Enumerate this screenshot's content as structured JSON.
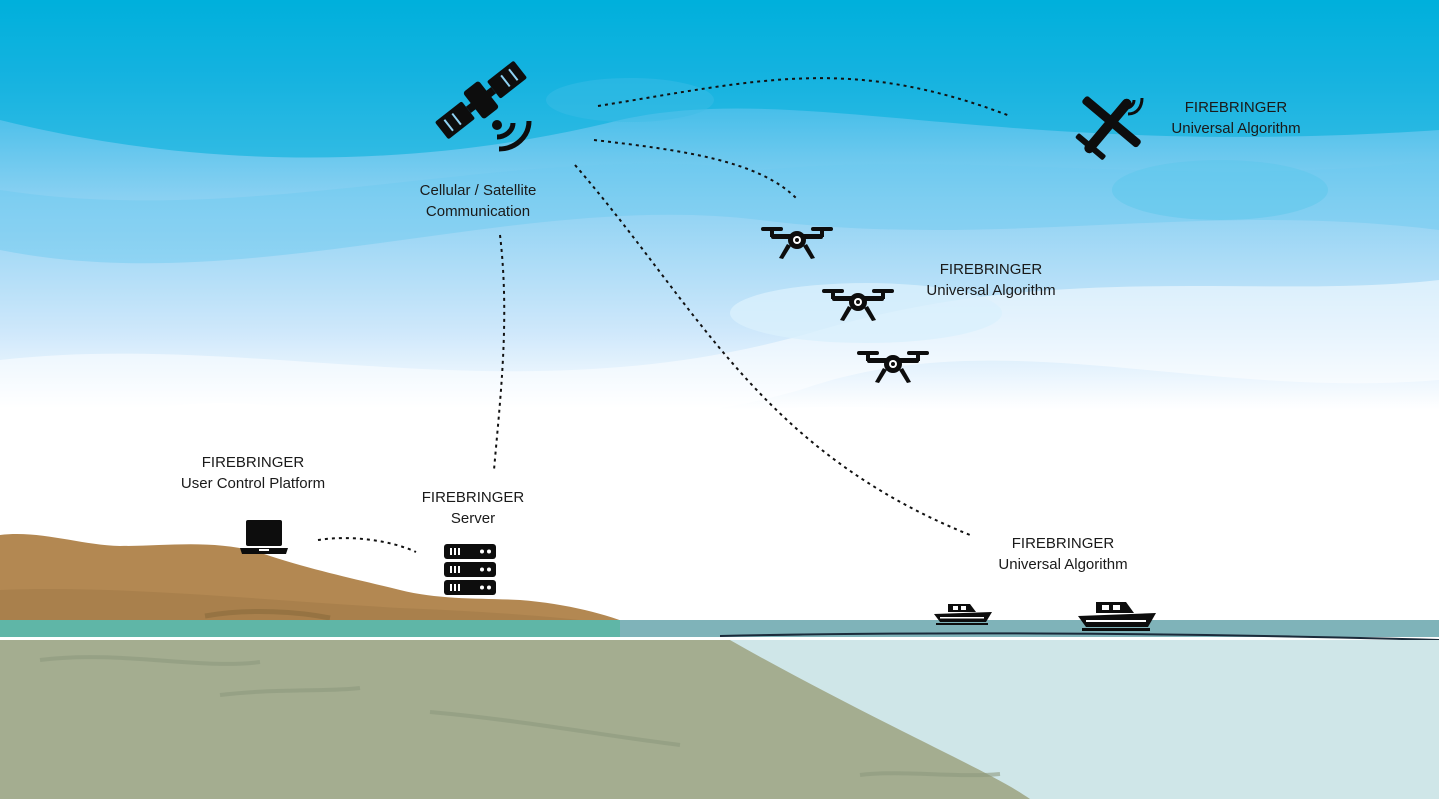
{
  "labels": {
    "comm": {
      "line1": "Cellular / Satellite",
      "line2": "Communication"
    },
    "plane": {
      "line1": "FIREBRINGER",
      "line2": "Universal Algorithm"
    },
    "drones": {
      "line1": "FIREBRINGER",
      "line2": "Universal Algorithm"
    },
    "boats": {
      "line1": "FIREBRINGER",
      "line2": "Universal Algorithm"
    },
    "platform": {
      "line1": "FIREBRINGER",
      "line2": "User Control Platform"
    },
    "server": {
      "line1": "FIREBRINGER",
      "line2": "Server"
    }
  },
  "icons": {
    "satellite": "satellite-icon",
    "plane": "fixed-wing-drone-icon",
    "drone": "quadcopter-drone-icon",
    "laptop": "laptop-icon",
    "server": "server-rack-icon",
    "boat": "boat-icon"
  },
  "colors": {
    "sky_top": "#00b0dc",
    "sky_mid": "#8fd3f2",
    "sky_low": "#ffffff",
    "land": "#b58a52",
    "ground": "#a3ac8f",
    "water": "#cfe6e8",
    "shore": "#5fb5a8",
    "icon": "#0d0d0d"
  }
}
